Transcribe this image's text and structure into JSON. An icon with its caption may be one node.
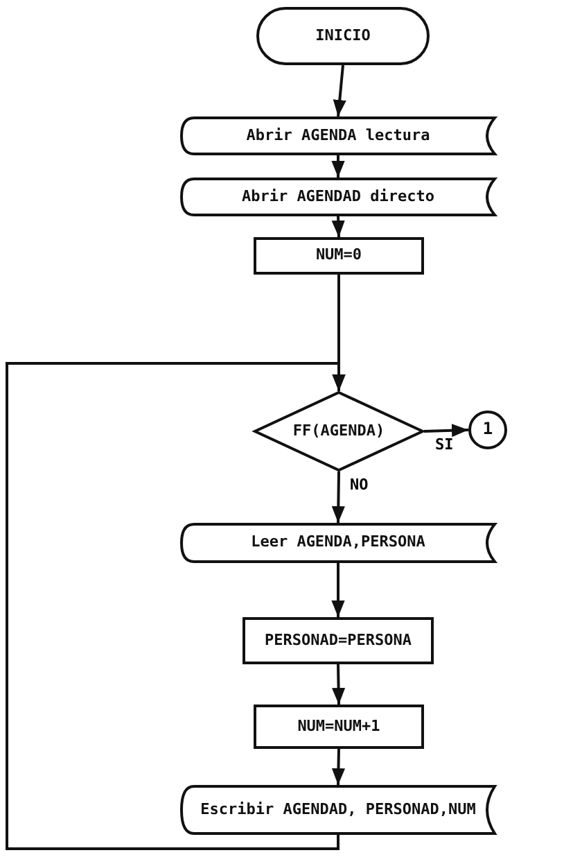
{
  "diagram": {
    "nodes": [
      {
        "text": [
          "INICIO"
        ]
      },
      {
        "text": [
          "Abrir AGENDA lectura"
        ]
      },
      {
        "text": [
          "Abrir AGENDAD directo"
        ]
      },
      {
        "text": [
          "NUM=0"
        ]
      },
      {
        "text": [
          "FF(AGENDA)"
        ]
      },
      {
        "text": [
          "1"
        ]
      },
      {
        "text": [
          "Leer AGENDA,PERSONA"
        ]
      },
      {
        "text": [
          "PERSONAD=PERSONA"
        ]
      },
      {
        "text": [
          "NUM=NUM+1"
        ]
      },
      {
        "text": [
          "Escribir AGENDAD, PERSONAD,NUM"
        ]
      }
    ],
    "edges": [
      {
        "from": 0,
        "to": 1,
        "arrow": "to"
      },
      {
        "from": 1,
        "to": 2,
        "arrow": "to"
      },
      {
        "from": 2,
        "to": 3,
        "arrow": "to"
      },
      {
        "from": 3,
        "to": 4,
        "arrow": "to"
      },
      {
        "from": 4,
        "to": 5,
        "arrow": "to",
        "label": "SI"
      },
      {
        "from": 4,
        "to": 6,
        "arrow": "to",
        "label": "NO"
      },
      {
        "from": 6,
        "to": 7,
        "arrow": "to"
      },
      {
        "from": 7,
        "to": 8,
        "arrow": "to"
      },
      {
        "from": 8,
        "to": 9,
        "arrow": "to"
      },
      {
        "from": 9,
        "to": 4,
        "arrow": "to"
      }
    ]
  }
}
